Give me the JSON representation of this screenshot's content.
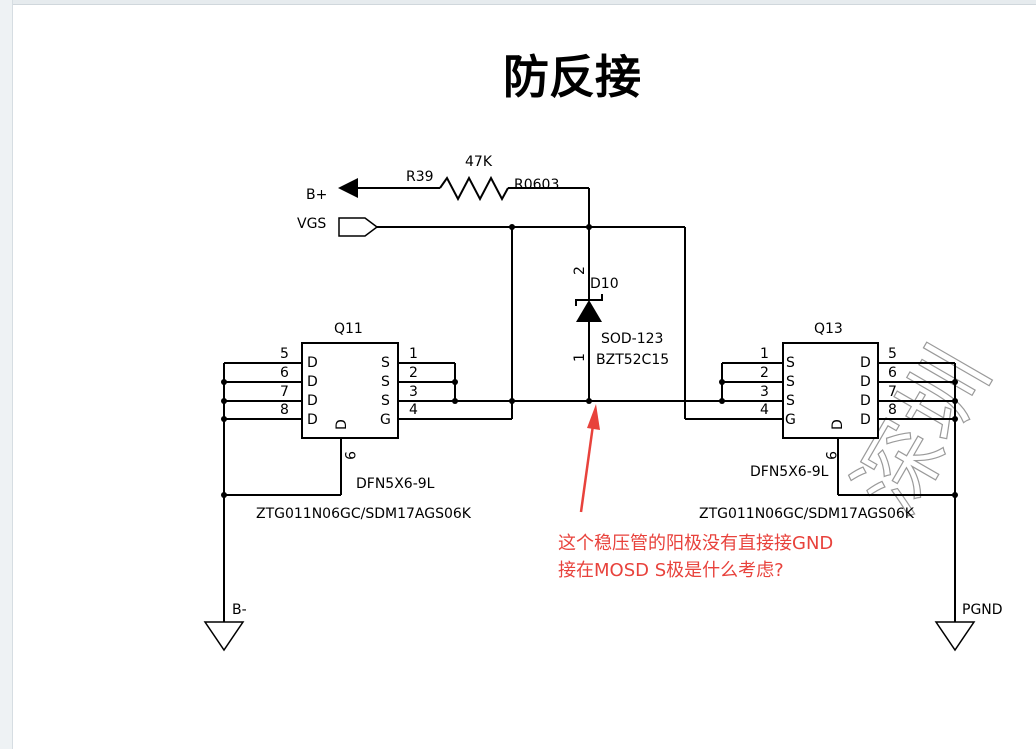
{
  "title": "防反接",
  "nets": {
    "bplus": "B+",
    "vgs": "VGS",
    "bminus": "B-",
    "pgnd": "PGND"
  },
  "resistor": {
    "ref": "R39",
    "value": "47K",
    "package": "R0603"
  },
  "diode": {
    "ref": "D10",
    "package": "SOD-123",
    "part": "BZT52C15",
    "pin_top": "2",
    "pin_bottom": "1"
  },
  "q11": {
    "ref": "Q11",
    "package": "DFN5X6-9L",
    "part": "ZTG011N06GC/SDM17AGS06K",
    "left_pins": [
      "5",
      "6",
      "7",
      "8"
    ],
    "left_labels": [
      "D",
      "D",
      "D",
      "D"
    ],
    "right_pins": [
      "1",
      "2",
      "3",
      "4"
    ],
    "right_labels": [
      "S",
      "S",
      "S",
      "G"
    ],
    "bottom_pin": "9",
    "bottom_label": "D"
  },
  "q13": {
    "ref": "Q13",
    "package": "DFN5X6-9L",
    "part": "ZTG011N06GC/SDM17AGS06K",
    "left_pins": [
      "1",
      "2",
      "3",
      "4"
    ],
    "left_labels": [
      "S",
      "S",
      "S",
      "G"
    ],
    "right_pins": [
      "5",
      "6",
      "7",
      "8"
    ],
    "right_labels": [
      "D",
      "D",
      "D",
      "D"
    ],
    "bottom_pin": "9",
    "bottom_label": "D"
  },
  "annotation": {
    "line1": "这个稳压管的阳极没有直接接GND",
    "line2": "接在MOSD S极是什么考虑?",
    "color": "#e8423c"
  },
  "watermark": "深圳"
}
